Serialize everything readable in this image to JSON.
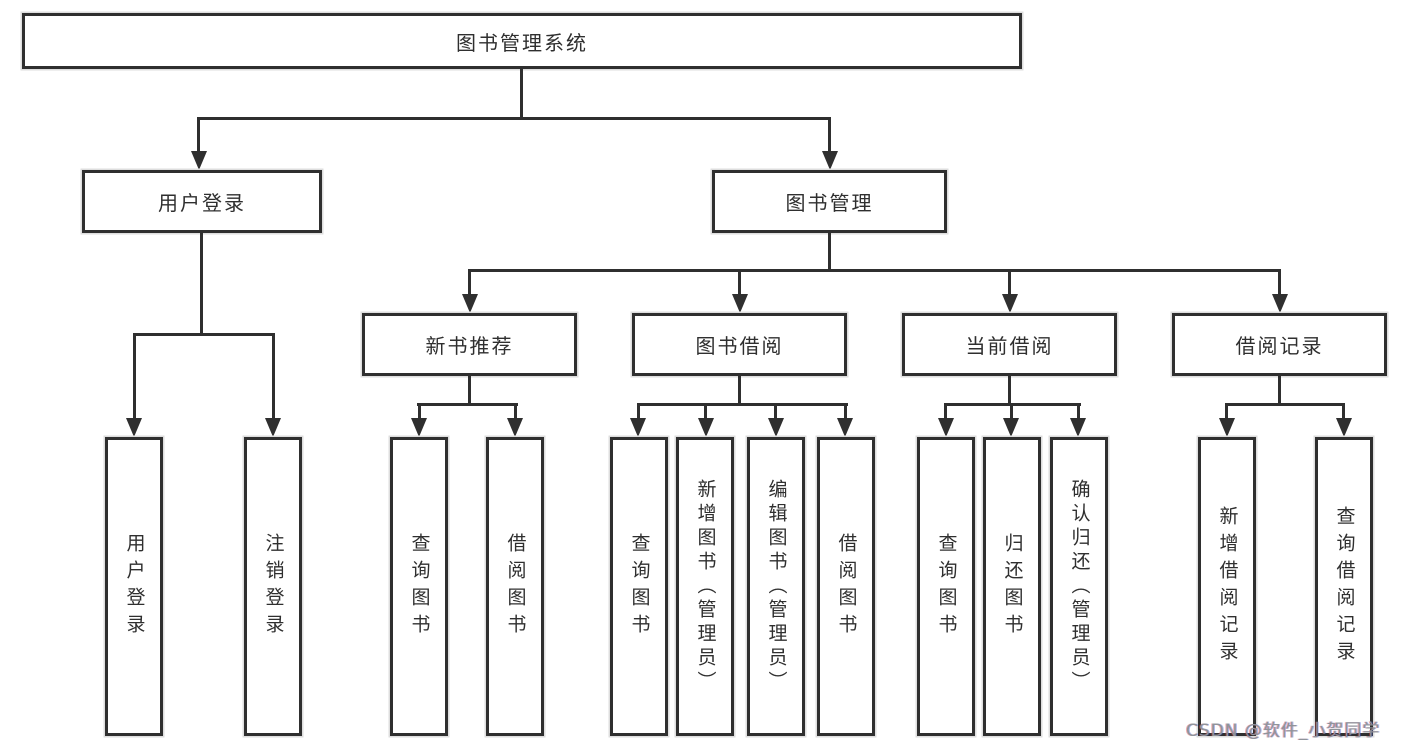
{
  "diagram": {
    "root": {
      "label": "图书管理系统"
    },
    "level2": [
      {
        "label": "用户登录"
      },
      {
        "label": "图书管理"
      }
    ],
    "level3": [
      {
        "label": "新书推荐"
      },
      {
        "label": "图书借阅"
      },
      {
        "label": "当前借阅"
      },
      {
        "label": "借阅记录"
      }
    ],
    "leaves": {
      "user_login": [
        "用户登录",
        "注销登录"
      ],
      "new_book_recommend": [
        "查询图书",
        "借阅图书"
      ],
      "book_borrow": [
        "查询图书",
        "新增图书（管理员）",
        "编辑图书（管理员）",
        "借阅图书"
      ],
      "current_borrow": [
        "查询图书",
        "归还图书",
        "确认归还（管理员）"
      ],
      "borrow_record": [
        "新增借阅记录",
        "查询借阅记录"
      ]
    }
  },
  "watermark": {
    "text": "CSDN @软件_小贺同学"
  },
  "colors": {
    "line": "#2f2f2f",
    "text": "#2f2f2f",
    "watermark": "#8f949a"
  }
}
